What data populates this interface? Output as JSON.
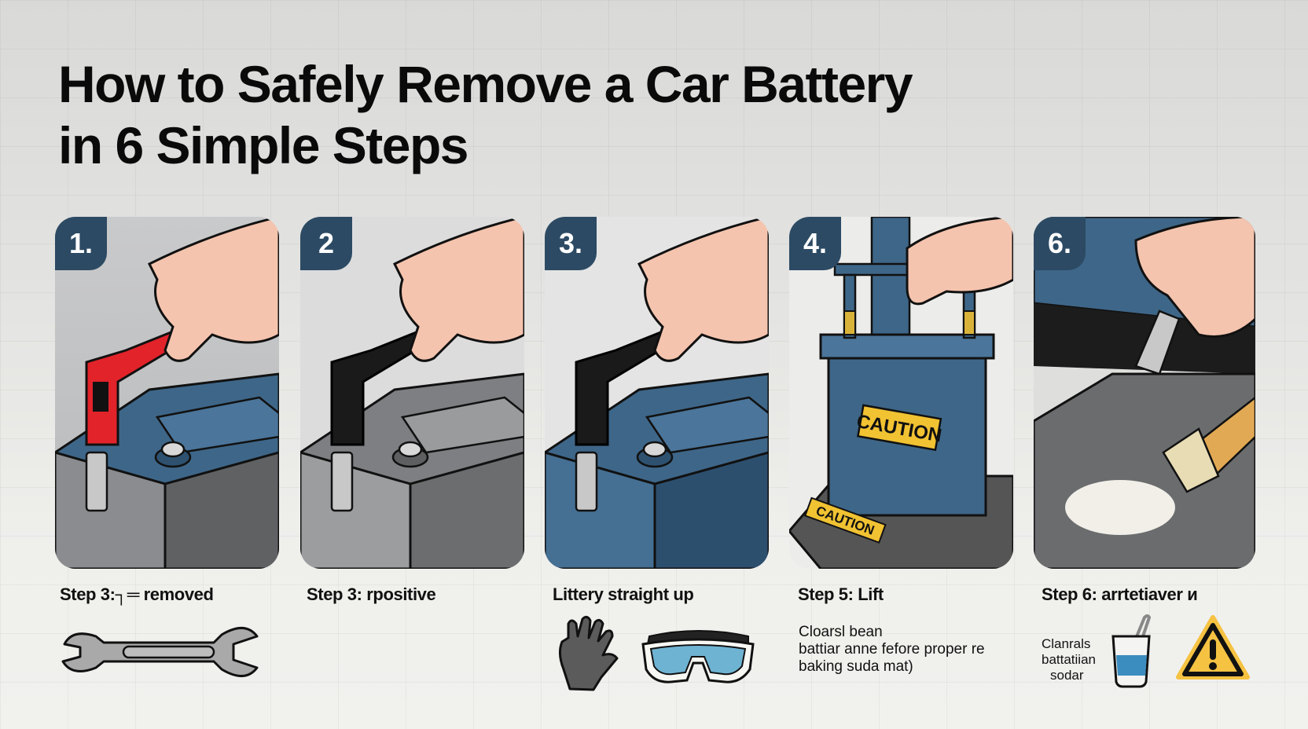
{
  "title": {
    "line1": "How to Safely Remove a Car Battery",
    "line2": "in 6 Simple Steps"
  },
  "panels": [
    {
      "badge": "1.",
      "scene": "hand-removing-red-negative-terminal-clamp",
      "caption": "Step 3:┐═ removed"
    },
    {
      "badge": "2",
      "scene": "hand-removing-black-terminal-clamp-gray-battery",
      "caption": "Step 3:  rpositive"
    },
    {
      "badge": "3.",
      "scene": "hand-removing-black-terminal-clamp-blue-battery",
      "caption": "Littery straight up"
    },
    {
      "badge": "4.",
      "scene": "lifting-battery-with-strap-caution-label",
      "caption": "Step 5: Lift"
    },
    {
      "badge": "6.",
      "scene": "cleaning-tray-with-brush-and-wrench",
      "caption": "Step 6: arrtetiaver и"
    }
  ],
  "battery_labels": [
    "CAUTION",
    "CAUTION"
  ],
  "notes": {
    "step5": [
      "Cloarsl          bean",
      "battiar anne fefore proper re",
      "baking suda mat)"
    ],
    "step6": [
      "Clanrals",
      "battatiian",
      "sodar"
    ]
  },
  "icons": [
    "wrench-icon",
    "glove-icon",
    "safety-goggles-icon",
    "baking-soda-water-cup-icon",
    "warning-triangle-icon"
  ],
  "colors": {
    "badge": "#2c4a63",
    "battery_blue": "#3e6688",
    "battery_gray": "#7a7b7d",
    "clamp_red": "#e2232a",
    "skin": "#f5c4ae",
    "caution_yellow": "#f1c232",
    "warning_yellow": "#f5c242"
  }
}
